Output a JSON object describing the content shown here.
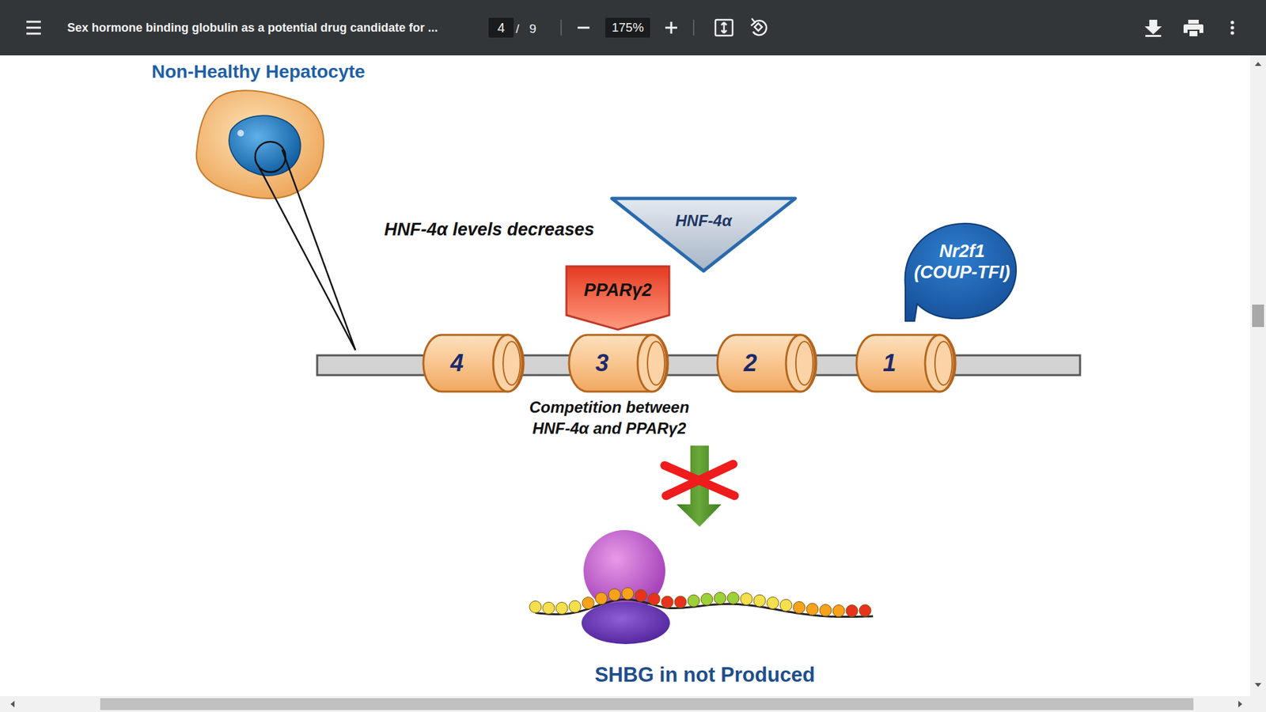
{
  "diagram": {
    "title": "Non-Healthy Hepatocyte",
    "nodes": [
      {
        "text": [
          "4"
        ]
      },
      {
        "text": [
          "175%"
        ]
      },
      {
        "text": [
          "HNF-4α"
        ]
      },
      {
        "text": [
          "PPARγ2"
        ]
      },
      {
        "text": [
          "Nr2f1 (COUP-TFI)"
        ]
      },
      {
        "text": [
          "4"
        ]
      },
      {
        "text": [
          "3"
        ]
      },
      {
        "text": [
          "2"
        ]
      },
      {
        "text": [
          "1"
        ]
      }
    ],
    "labels": [
      "Sex hormone binding globulin as a potential drug candidate for ...",
      "/",
      "9",
      "HNF-4α levels decreases",
      "Competition between HNF-4α and PPARγ2",
      "SHBG in not Produced"
    ]
  }
}
